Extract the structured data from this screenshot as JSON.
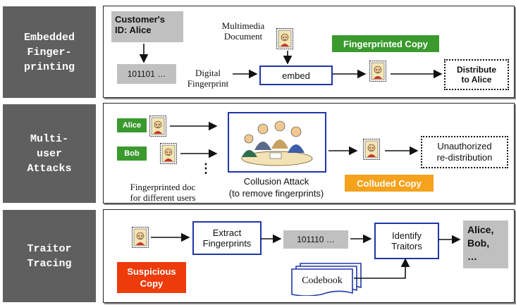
{
  "rows": [
    {
      "label": "Embedded\nFinger-\nprinting"
    },
    {
      "label": "Multi-\nuser\nAttacks"
    },
    {
      "label": "Traitor\nTracing"
    }
  ],
  "embed": {
    "customer_id": "Customer's\nID:  Alice",
    "bits": "101101 …",
    "multimedia_doc": "Multimedia\nDocument",
    "digital_fp": "Digital\nFingerprint",
    "embed_label": "embed",
    "fp_copy": "Fingerprinted Copy",
    "distribute": "Distribute\nto Alice"
  },
  "attack": {
    "alice": "Alice",
    "bob": "Bob",
    "dots": "⋮",
    "fp_docs": "Fingerprinted doc\nfor different users",
    "collusion": "Collusion Attack\n(to remove fingerprints)",
    "colluded": "Colluded Copy",
    "unauth": "Unauthorized\nre-distribution"
  },
  "trace": {
    "suspicious": "Suspicious\nCopy",
    "extract": "Extract\nFingerprints",
    "bits": "101110 …",
    "identify": "Identify\nTraitors",
    "codebook": "Codebook",
    "result": "Alice,\nBob,\n…"
  },
  "colors": {
    "label_bg": "#5f5f5f",
    "green": "#3a9a2e",
    "orange": "#f5a21c",
    "red": "#ee3b0c",
    "blue": "#1f36a8",
    "gray": "#c0c0c0"
  },
  "icons": [
    "document-portrait-icon",
    "collusion-meeting-illustration",
    "codebook-icon"
  ]
}
